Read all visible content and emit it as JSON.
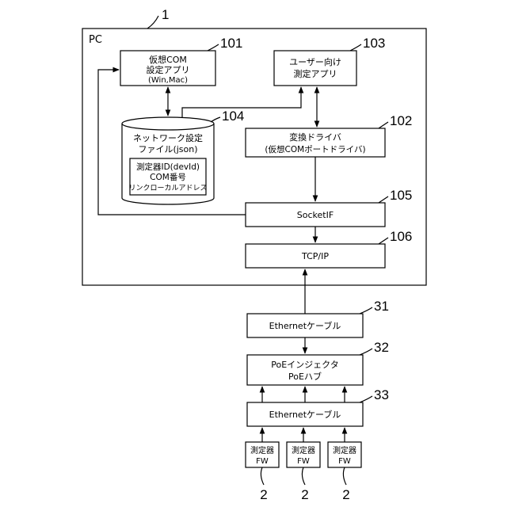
{
  "figure_number": "1",
  "pc": {
    "label": "PC"
  },
  "nodes": {
    "virtual_com_app": {
      "ref": "101",
      "lines": [
        "仮想COM",
        "設定アプリ",
        "(Win,Mac)"
      ]
    },
    "user_app": {
      "ref": "103",
      "lines": [
        "ユーザー向け",
        "測定アプリ"
      ]
    },
    "network_file": {
      "ref": "104",
      "lines": [
        "ネットワーク設定",
        "ファイル(json)"
      ]
    },
    "network_file_fields": {
      "lines": [
        "測定器ID(devId)",
        "COM番号",
        "リンクローカルアドレス"
      ]
    },
    "driver": {
      "ref": "102",
      "lines": [
        "変換ドライバ",
        "(仮想COMポートドライバ)"
      ]
    },
    "socketif": {
      "ref": "105",
      "label": "SocketIF"
    },
    "tcpip": {
      "ref": "106",
      "label": "TCP/IP"
    },
    "ethernet_cable_1": {
      "ref": "31",
      "label": "Ethernetケーブル"
    },
    "poe": {
      "ref": "32",
      "lines": [
        "PoEインジェクタ",
        "PoEハブ"
      ]
    },
    "ethernet_cable_2": {
      "ref": "33",
      "label": "Ethernetケーブル"
    }
  },
  "devices": [
    {
      "lines": [
        "測定器",
        "FW"
      ],
      "ref": "2"
    },
    {
      "lines": [
        "測定器",
        "FW"
      ],
      "ref": "2"
    },
    {
      "lines": [
        "測定器",
        "FW"
      ],
      "ref": "2"
    }
  ]
}
